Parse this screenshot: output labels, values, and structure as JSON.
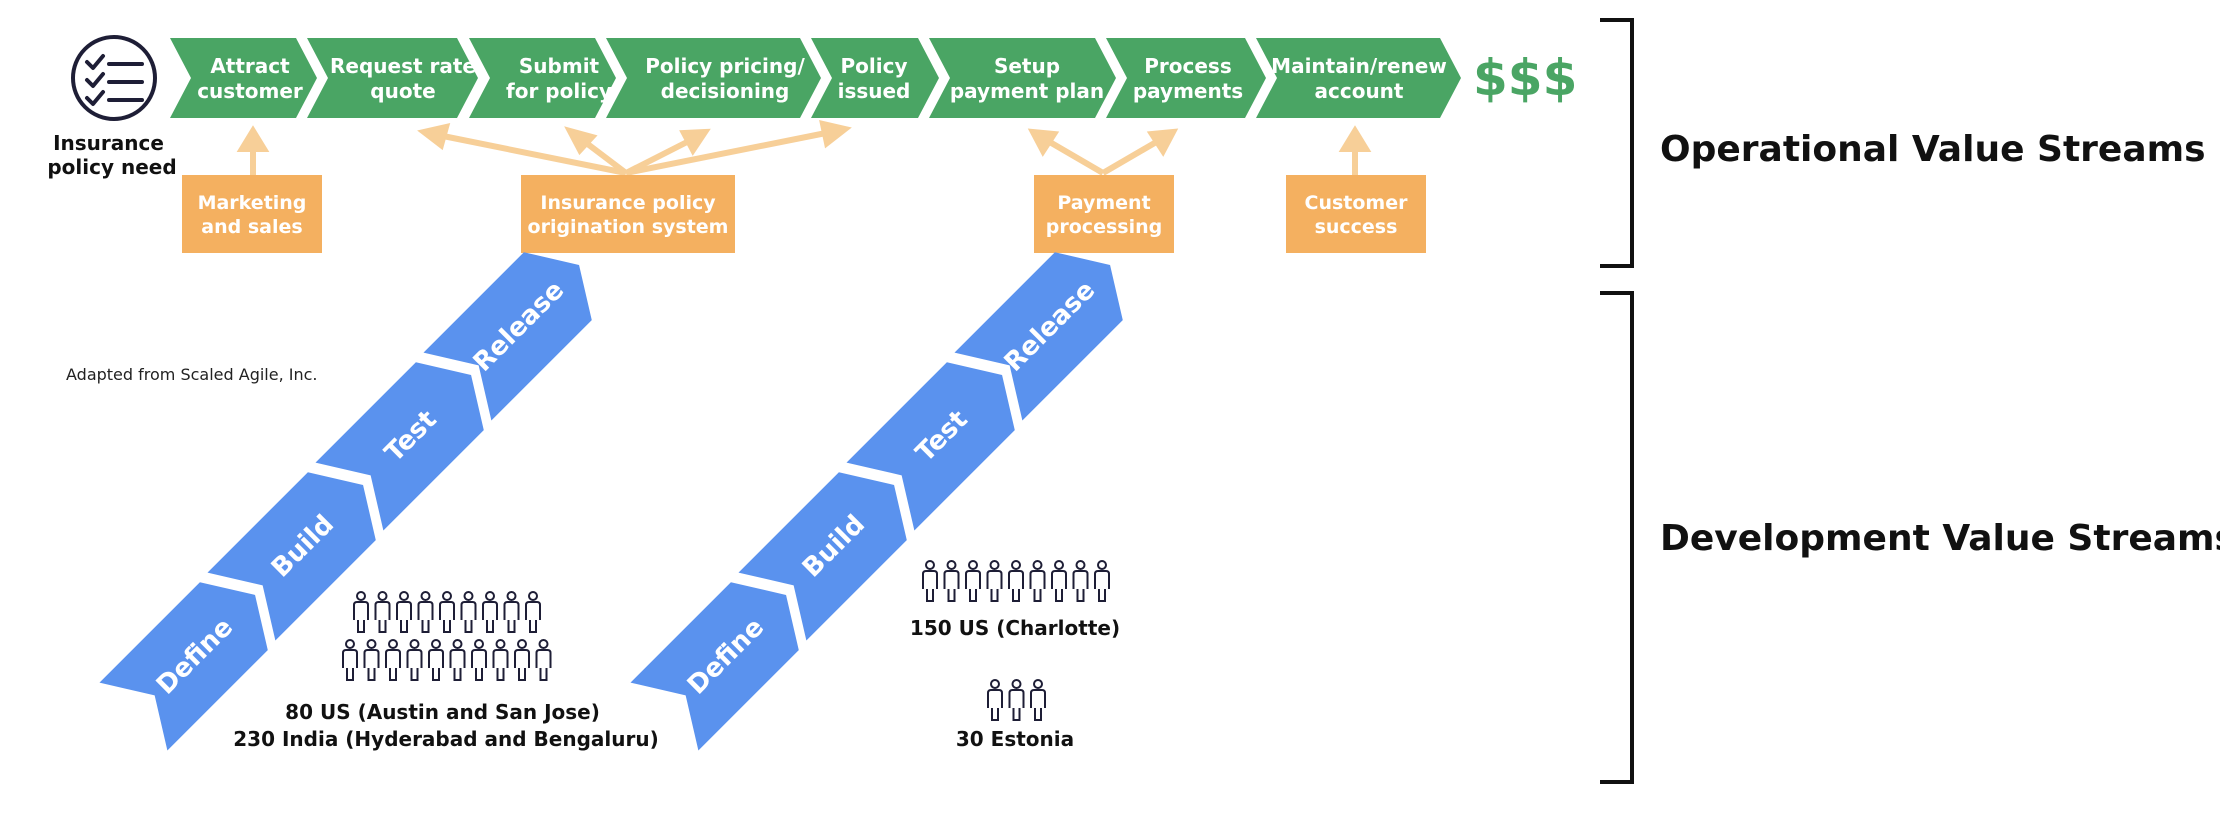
{
  "colors": {
    "green": "#4aa564",
    "orange": "#f4b060",
    "orange_arrow": "#f7cf98",
    "blue": "#5a92ee",
    "dark": "#1e1e36",
    "text_dark": "#111111"
  },
  "icons": {
    "need": "checklist-icon",
    "people": "person-icon"
  },
  "operational": {
    "start_label": [
      "Insurance",
      "policy need"
    ],
    "steps": [
      [
        "Attract",
        "customer"
      ],
      [
        "Request rate",
        "quote"
      ],
      [
        "Submit",
        "for policy"
      ],
      [
        "Policy pricing/",
        "decisioning"
      ],
      [
        "Policy",
        "issued"
      ],
      [
        "Setup",
        "payment plan"
      ],
      [
        "Process",
        "payments"
      ],
      [
        "Maintain/renew",
        "account"
      ]
    ],
    "outcome": "$$$",
    "systems": [
      [
        "Marketing",
        "and sales"
      ],
      [
        "Insurance policy",
        "origination system"
      ],
      [
        "Payment",
        "processing"
      ],
      [
        "Customer",
        "success"
      ]
    ],
    "title": "Operational Value Streams"
  },
  "development": {
    "stages": [
      "Define",
      "Build",
      "Test",
      "Release"
    ],
    "note": "Adapted from Scaled Agile, Inc.",
    "title": "Development Value Streams",
    "team1": [
      "80 US (Austin and San Jose)",
      "230 India (Hyderabad and Bengaluru)"
    ],
    "team2a": "150 US (Charlotte)",
    "team2b": "30 Estonia"
  }
}
